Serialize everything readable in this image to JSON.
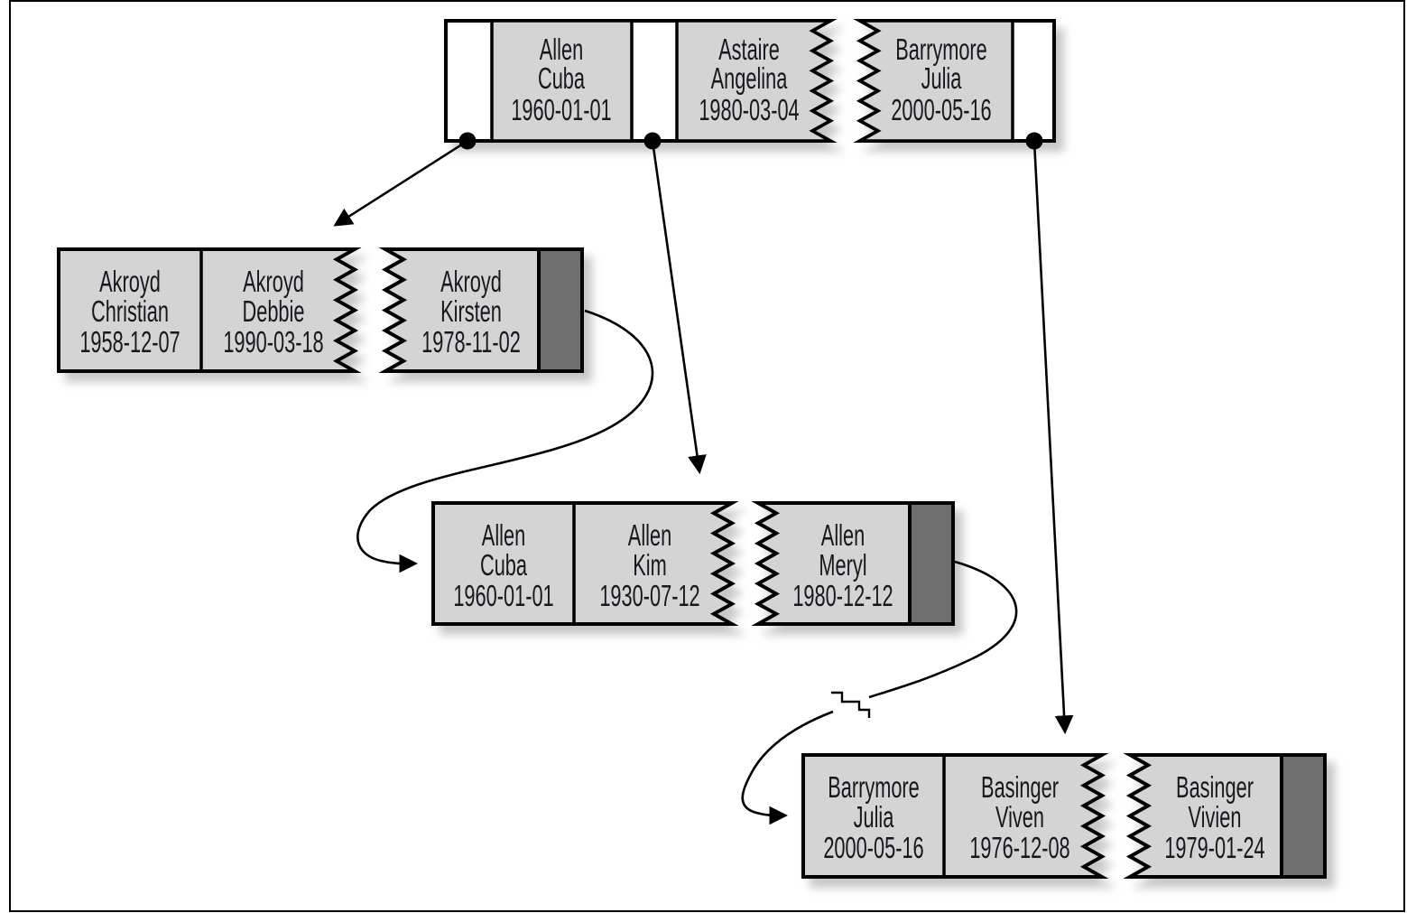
{
  "figure": {
    "description": "B-tree index diagram: branch node pointing to doubly-linked leaf nodes with index entries (last name, first name, date of birth)",
    "colors": {
      "entry_fill": "#d4d4d4",
      "pointer_fill": "#ffffff",
      "next_pointer_fill": "#6e6e6e",
      "outline": "#000000",
      "text": "#17171d",
      "shadow": "#999999"
    }
  },
  "branch_node": {
    "entries": [
      {
        "last_name": "Allen",
        "first_name": "Cuba",
        "date_of_birth": "1960-01-01"
      },
      {
        "last_name": "Astaire",
        "first_name": "Angelina",
        "date_of_birth": "1980-03-04"
      },
      {
        "last_name": "Barrymore",
        "first_name": "Julia",
        "date_of_birth": "2000-05-16"
      }
    ]
  },
  "leaf_nodes": [
    {
      "entries": [
        {
          "last_name": "Akroyd",
          "first_name": "Christian",
          "date_of_birth": "1958-12-07"
        },
        {
          "last_name": "Akroyd",
          "first_name": "Debbie",
          "date_of_birth": "1990-03-18"
        },
        {
          "last_name": "Akroyd",
          "first_name": "Kirsten",
          "date_of_birth": "1978-11-02"
        }
      ]
    },
    {
      "entries": [
        {
          "last_name": "Allen",
          "first_name": "Cuba",
          "date_of_birth": "1960-01-01"
        },
        {
          "last_name": "Allen",
          "first_name": "Kim",
          "date_of_birth": "1930-07-12"
        },
        {
          "last_name": "Allen",
          "first_name": "Meryl",
          "date_of_birth": "1980-12-12"
        }
      ]
    },
    {
      "entries": [
        {
          "last_name": "Barrymore",
          "first_name": "Julia",
          "date_of_birth": "2000-05-16"
        },
        {
          "last_name": "Basinger",
          "first_name": "Viven",
          "date_of_birth": "1976-12-08"
        },
        {
          "last_name": "Basinger",
          "first_name": "Vivien",
          "date_of_birth": "1979-01-24"
        }
      ]
    }
  ]
}
